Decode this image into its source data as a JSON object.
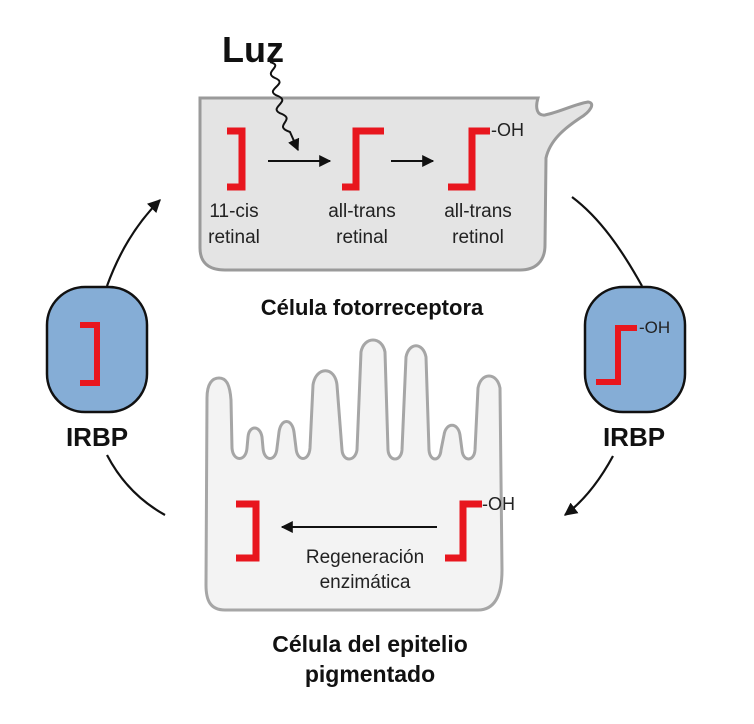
{
  "title_light": "Luz",
  "photoreceptor": {
    "label": "Célula fotorreceptora",
    "molecules": [
      {
        "line1": "11-cis",
        "line2": "retinal",
        "form": "11-cis"
      },
      {
        "line1": "all-trans",
        "line2": "retinal",
        "form": "all-trans"
      },
      {
        "line1": "all-trans",
        "line2": "retinol",
        "form": "all-trans",
        "group": "-OH"
      }
    ]
  },
  "rpe": {
    "label_line1": "Célula del epitelio",
    "label_line2": "pigmentado",
    "process_line1": "Regeneración",
    "process_line2": "enzimática",
    "group": "-OH"
  },
  "irbp_left": {
    "label": "IRBP",
    "carries": "11-cis retinal"
  },
  "irbp_right": {
    "label": "IRBP",
    "carries": "all-trans retinol",
    "group": "-OH"
  },
  "colors": {
    "retinoid": "#e8161e",
    "irbp_fill": "#85add6",
    "photoreceptor_fill": "#e4e4e4",
    "rpe_fill": "#f3f3f3",
    "membrane": "#9a9a9a"
  }
}
